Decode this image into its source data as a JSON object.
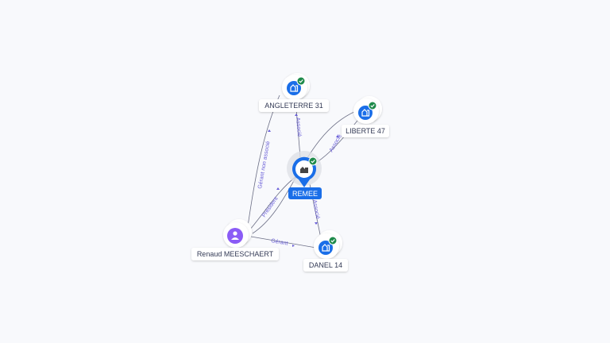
{
  "nodes": {
    "angleterre": {
      "label": "ANGLETERRE 31",
      "icon": "building-icon",
      "verified": true
    },
    "liberte": {
      "label": "LIBERTE 47",
      "icon": "building-icon",
      "verified": true
    },
    "remee": {
      "label": "REMEE",
      "icon": "building-icon",
      "verified": true
    },
    "renaud": {
      "label": "Renaud MEESCHAERT",
      "icon": "person-icon"
    },
    "danel": {
      "label": "DANEL 14",
      "icon": "building-icon",
      "verified": true
    }
  },
  "edges": {
    "renaud_angleterre": "Gérant non associé",
    "renaud_remee": "Président",
    "renaud_danel": "Gérant",
    "remee_angleterre": "Associé",
    "remee_liberte": "Associé",
    "remee_danel": "Associé"
  },
  "colors": {
    "primary": "#1a6ee8",
    "person": "#8b5cf6",
    "check": "#1e8a4a",
    "edge_label": "#6a5fd8"
  }
}
